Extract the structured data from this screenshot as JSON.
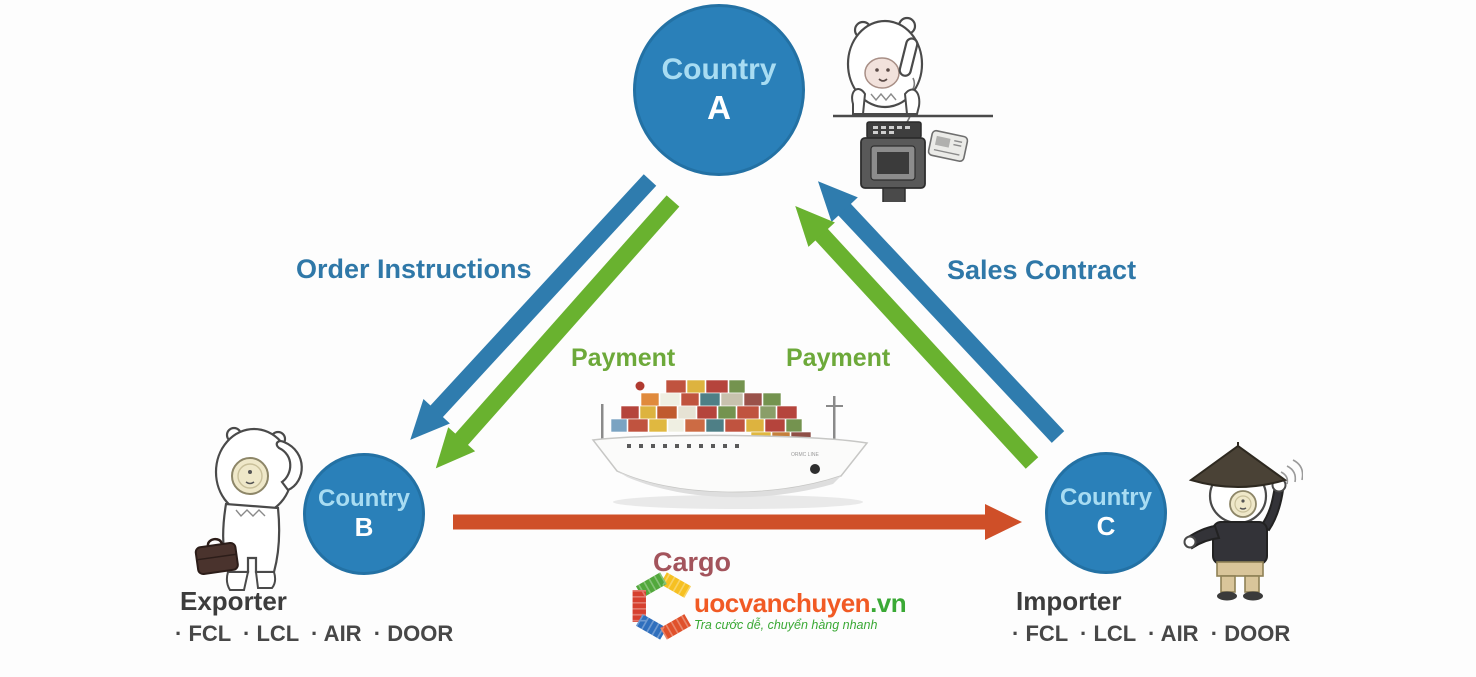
{
  "colors": {
    "node_fill": "#2a80b9",
    "node_border": "#2371a4",
    "node_text_light": "#a8dcf2",
    "node_text_white": "#ffffff",
    "arrow_blue": "#2f7cae",
    "arrow_green": "#69b22f",
    "arrow_red": "#cf4f28",
    "label_blue": "#2f78a8",
    "label_green": "#6da93a",
    "label_cargo": "#a3545c",
    "label_dark": "#3c3c3c",
    "label_services": "#474747",
    "logo_text_orange": "#f15a24",
    "logo_text_green": "#3aa935",
    "logo_seg_green": "#52a83c",
    "logo_seg_yellow": "#f6c021",
    "logo_seg_red": "#d6402f",
    "logo_seg_blue": "#2f6fbd",
    "logo_seg_orange": "#e0512b"
  },
  "nodes": {
    "a": {
      "name": "Country",
      "letter": "A"
    },
    "b": {
      "name": "Country",
      "letter": "B"
    },
    "c": {
      "name": "Country",
      "letter": "C"
    }
  },
  "edges": {
    "order_instructions": {
      "label": "Order Instructions",
      "from": "Country A",
      "to": "Country B"
    },
    "payment_left": {
      "label": "Payment",
      "from": "Country A",
      "to": "Country B"
    },
    "sales_contract": {
      "label": "Sales Contract",
      "from": "Country C",
      "to": "Country A"
    },
    "payment_right": {
      "label": "Payment",
      "from": "Country C",
      "to": "Country A"
    },
    "cargo": {
      "label": "Cargo",
      "from": "Country B",
      "to": "Country C"
    }
  },
  "roles": {
    "exporter": {
      "title": "Exporter",
      "services": "· FCL  · LCL  · AIR  · DOOR"
    },
    "importer": {
      "title": "Importer",
      "services": "· FCL  · LCL  · AIR  · DOOR"
    }
  },
  "logo": {
    "text": "uocvanchuyen",
    "tld": ".vn",
    "tagline": "Tra cước dễ, chuyển hàng nhanh"
  },
  "icons": {
    "ship": "container-ship",
    "bear_operator": "bear-on-phone-with-fax-machine",
    "bear_exporter": "bear-with-briefcase",
    "bear_importer": "bear-with-conical-hat-waving",
    "logo_mark": "hexagonal-c-container-logo"
  }
}
